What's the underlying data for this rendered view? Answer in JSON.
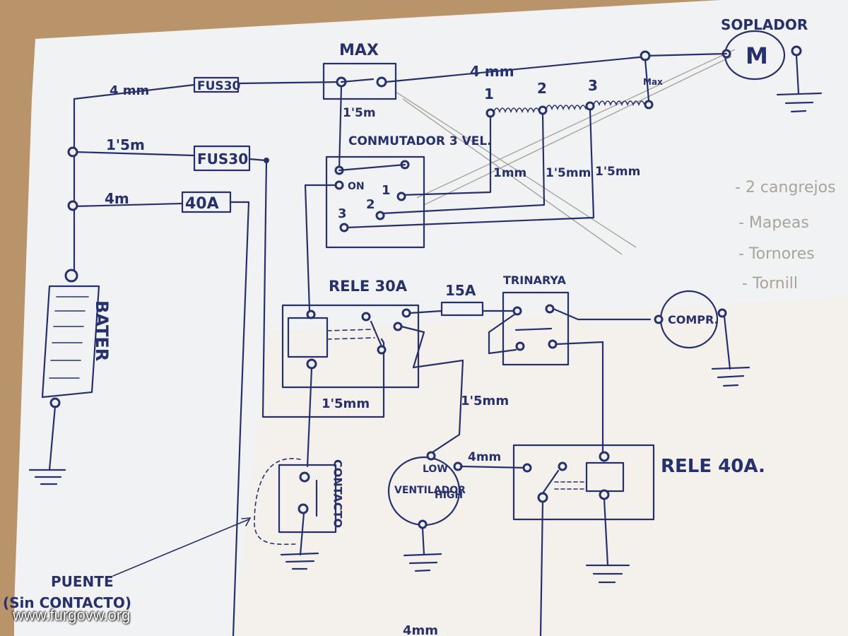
{
  "labels": {
    "soplador": "SOPLADOR",
    "motor": "M",
    "max_switch": "MAX",
    "max_tag": "Max",
    "w4mm_top": "4 mm",
    "w4mm_blower": "4 mm",
    "w15_max": "1'5m",
    "conmutador": "CONMUTADOR 3 VEL.",
    "speed1": "1",
    "speed2": "2",
    "speed3": "3",
    "w1mm": "1mm",
    "w15mm_a": "1'5mm",
    "w15mm_b": "1'5mm",
    "on": "ON",
    "pos1": "1",
    "pos2": "2",
    "pos3": "3",
    "fus30_top": "FUS30",
    "w15m_left": "1'5m",
    "fus30_mid": "FUS30",
    "w4m_left": "4m",
    "fuse40": "40A",
    "bater": "BATER",
    "rele30": "RELE 30A",
    "fuse15": "15A",
    "trinarya": "TRINARYA",
    "compr": "COMPR.",
    "w15mm_relay": "1'5mm",
    "w15mm_vent": "1'5mm",
    "low": "LOW",
    "ventilador": "VENTILADOR",
    "high": "HIGH",
    "w4mm_vent": "4mm",
    "rele40": "RELE 40A.",
    "contacto": "CONTACTO",
    "puente": "PUENTE",
    "sin_contacto": "(Sin CONTACTO)",
    "bottom": "4mm",
    "side_notes": [
      "- 2 cangrejos",
      "- Mapeas",
      "- Tornores",
      "- Tornill"
    ]
  },
  "watermark": "www.furgovw.org",
  "colors": {
    "ink": "#27306e",
    "paper": "#f1f2f3",
    "background": "#b9936a",
    "pencil": "#a9a49b"
  }
}
